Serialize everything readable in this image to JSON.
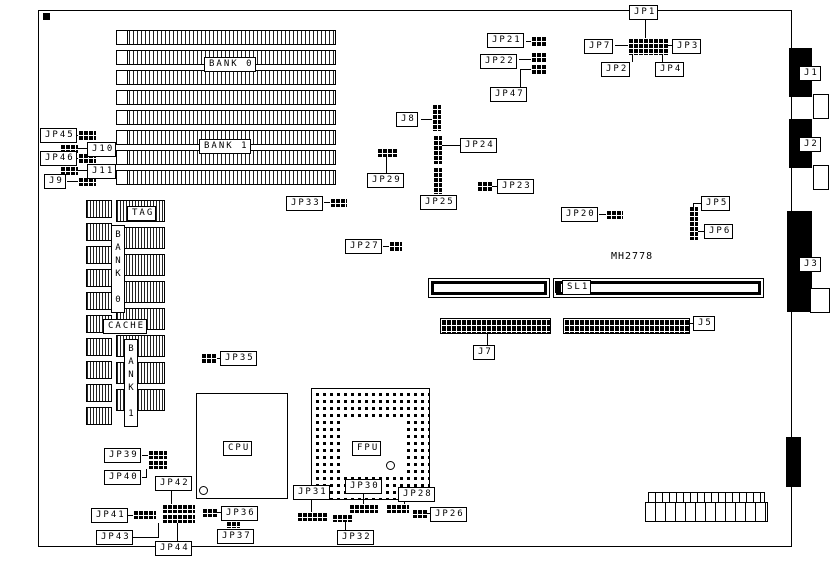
{
  "part_number": "MH2778",
  "memory_banks": {
    "bank0": "BANK 0",
    "bank1": "BANK 1"
  },
  "cache_area": {
    "tag": "TAG",
    "bank0": "BANK 0",
    "cache": "CACHE",
    "bank1": "BANK 1"
  },
  "chips": {
    "cpu": "CPU",
    "fpu": "FPU"
  },
  "slots": {
    "sl1": "SL1"
  },
  "jumpers": {
    "jp1": "JP1",
    "jp2": "JP2",
    "jp3": "JP3",
    "jp4": "JP4",
    "jp5": "JP5",
    "jp6": "JP6",
    "jp7": "JP7",
    "jp20": "JP20",
    "jp21": "JP21",
    "jp22": "JP22",
    "jp23": "JP23",
    "jp24": "JP24",
    "jp25": "JP25",
    "jp26": "JP26",
    "jp27": "JP27",
    "jp28": "JP28",
    "jp29": "JP29",
    "jp30": "JP30",
    "jp31": "JP31",
    "jp32": "JP32",
    "jp33": "JP33",
    "jp35": "JP35",
    "jp36": "JP36",
    "jp37": "JP37",
    "jp39": "JP39",
    "jp40": "JP40",
    "jp41": "JP41",
    "jp42": "JP42",
    "jp43": "JP43",
    "jp44": "JP44",
    "jp45": "JP45",
    "jp46": "JP46",
    "jp47": "JP47"
  },
  "connectors": {
    "j1": "J1",
    "j2": "J2",
    "j3": "J3",
    "j5": "J5",
    "j7": "J7",
    "j8": "J8",
    "j9": "J9",
    "j10": "J10",
    "j11": "J11"
  }
}
